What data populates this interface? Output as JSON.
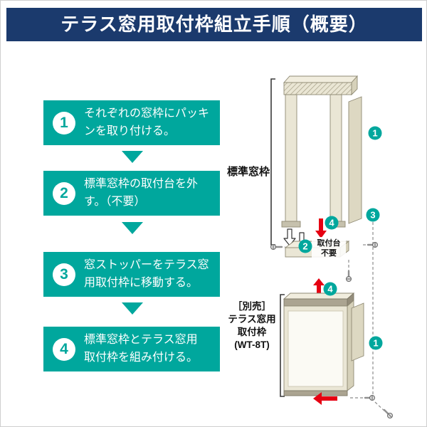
{
  "header": {
    "title": "テラス窓用取付枠組立手順（概要）"
  },
  "steps": [
    {
      "num": "1",
      "text": "それぞれの窓枠にパッキ\nンを取り付ける。"
    },
    {
      "num": "2",
      "text": "標準窓枠の取付台を外\nす。（不要）"
    },
    {
      "num": "3",
      "text": "窓ストッパーをテラス窓\n用取付枠に移動する。"
    },
    {
      "num": "4",
      "text": "標準窓枠とテラス窓用\n取付枠を組み付ける。"
    }
  ],
  "diagram": {
    "standard_frame_label": "標準窓枠",
    "base_label_line1": "取付台",
    "base_label_line2": "不要",
    "terrace_label_line1": "［別売］",
    "terrace_label_line2": "テラス窓用",
    "terrace_label_line3": "取付枠",
    "terrace_label_line4": "(WT-8T)",
    "badge1": "1",
    "badge2": "2",
    "badge3": "3",
    "badge4": "4"
  },
  "colors": {
    "header_bg": "#1b3a6d",
    "step_teal": "#00a79d",
    "accent_red": "#e60012",
    "frame_cream": "#eae6d5",
    "frame_cream_dark": "#d6d1ba"
  }
}
